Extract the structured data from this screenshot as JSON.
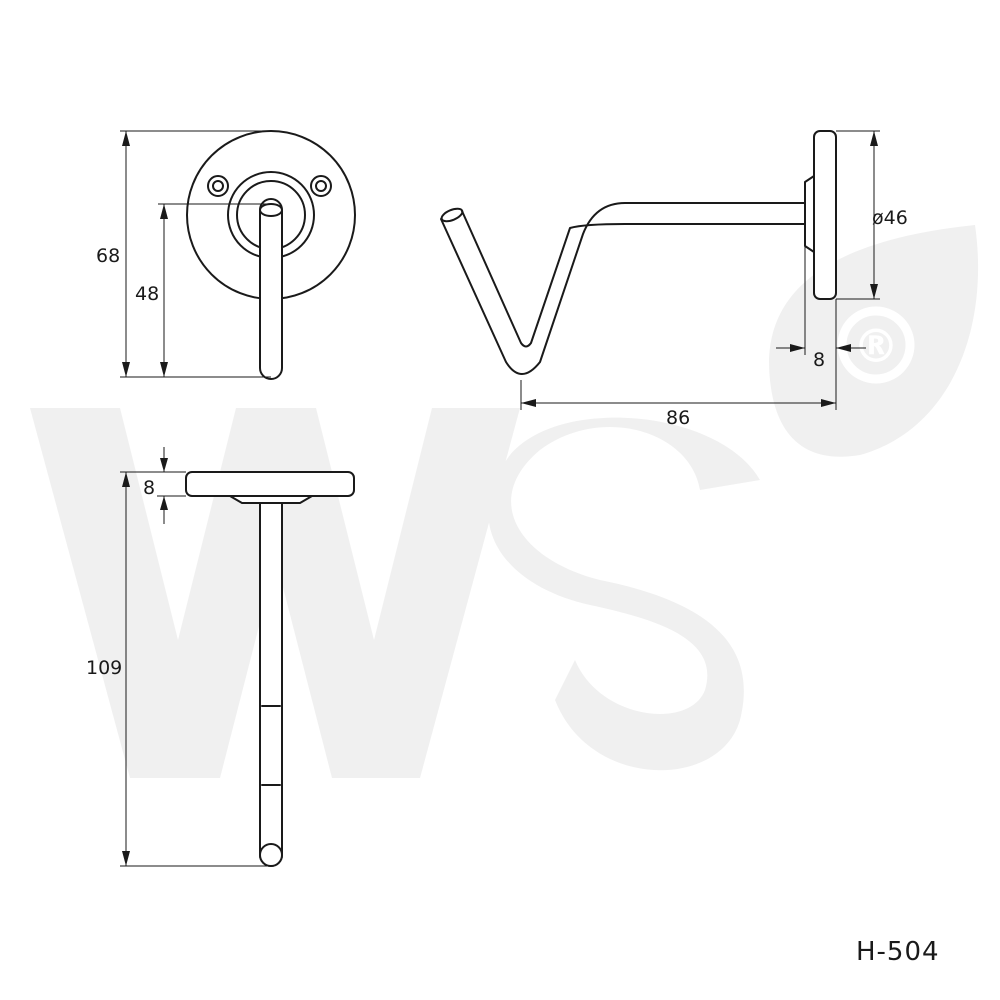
{
  "product": {
    "code": "H-504",
    "brand_mark": "WS",
    "registered_symbol": "®"
  },
  "views": {
    "front": {
      "dimensions": [
        "68",
        "48"
      ]
    },
    "side": {
      "dimensions": [
        "ø46",
        "8",
        "86"
      ]
    },
    "top": {
      "dimensions": [
        "8",
        "109"
      ]
    }
  },
  "colors": {
    "line": "#1a1a1a",
    "watermark": "#f0f0f0",
    "background": "#ffffff"
  }
}
